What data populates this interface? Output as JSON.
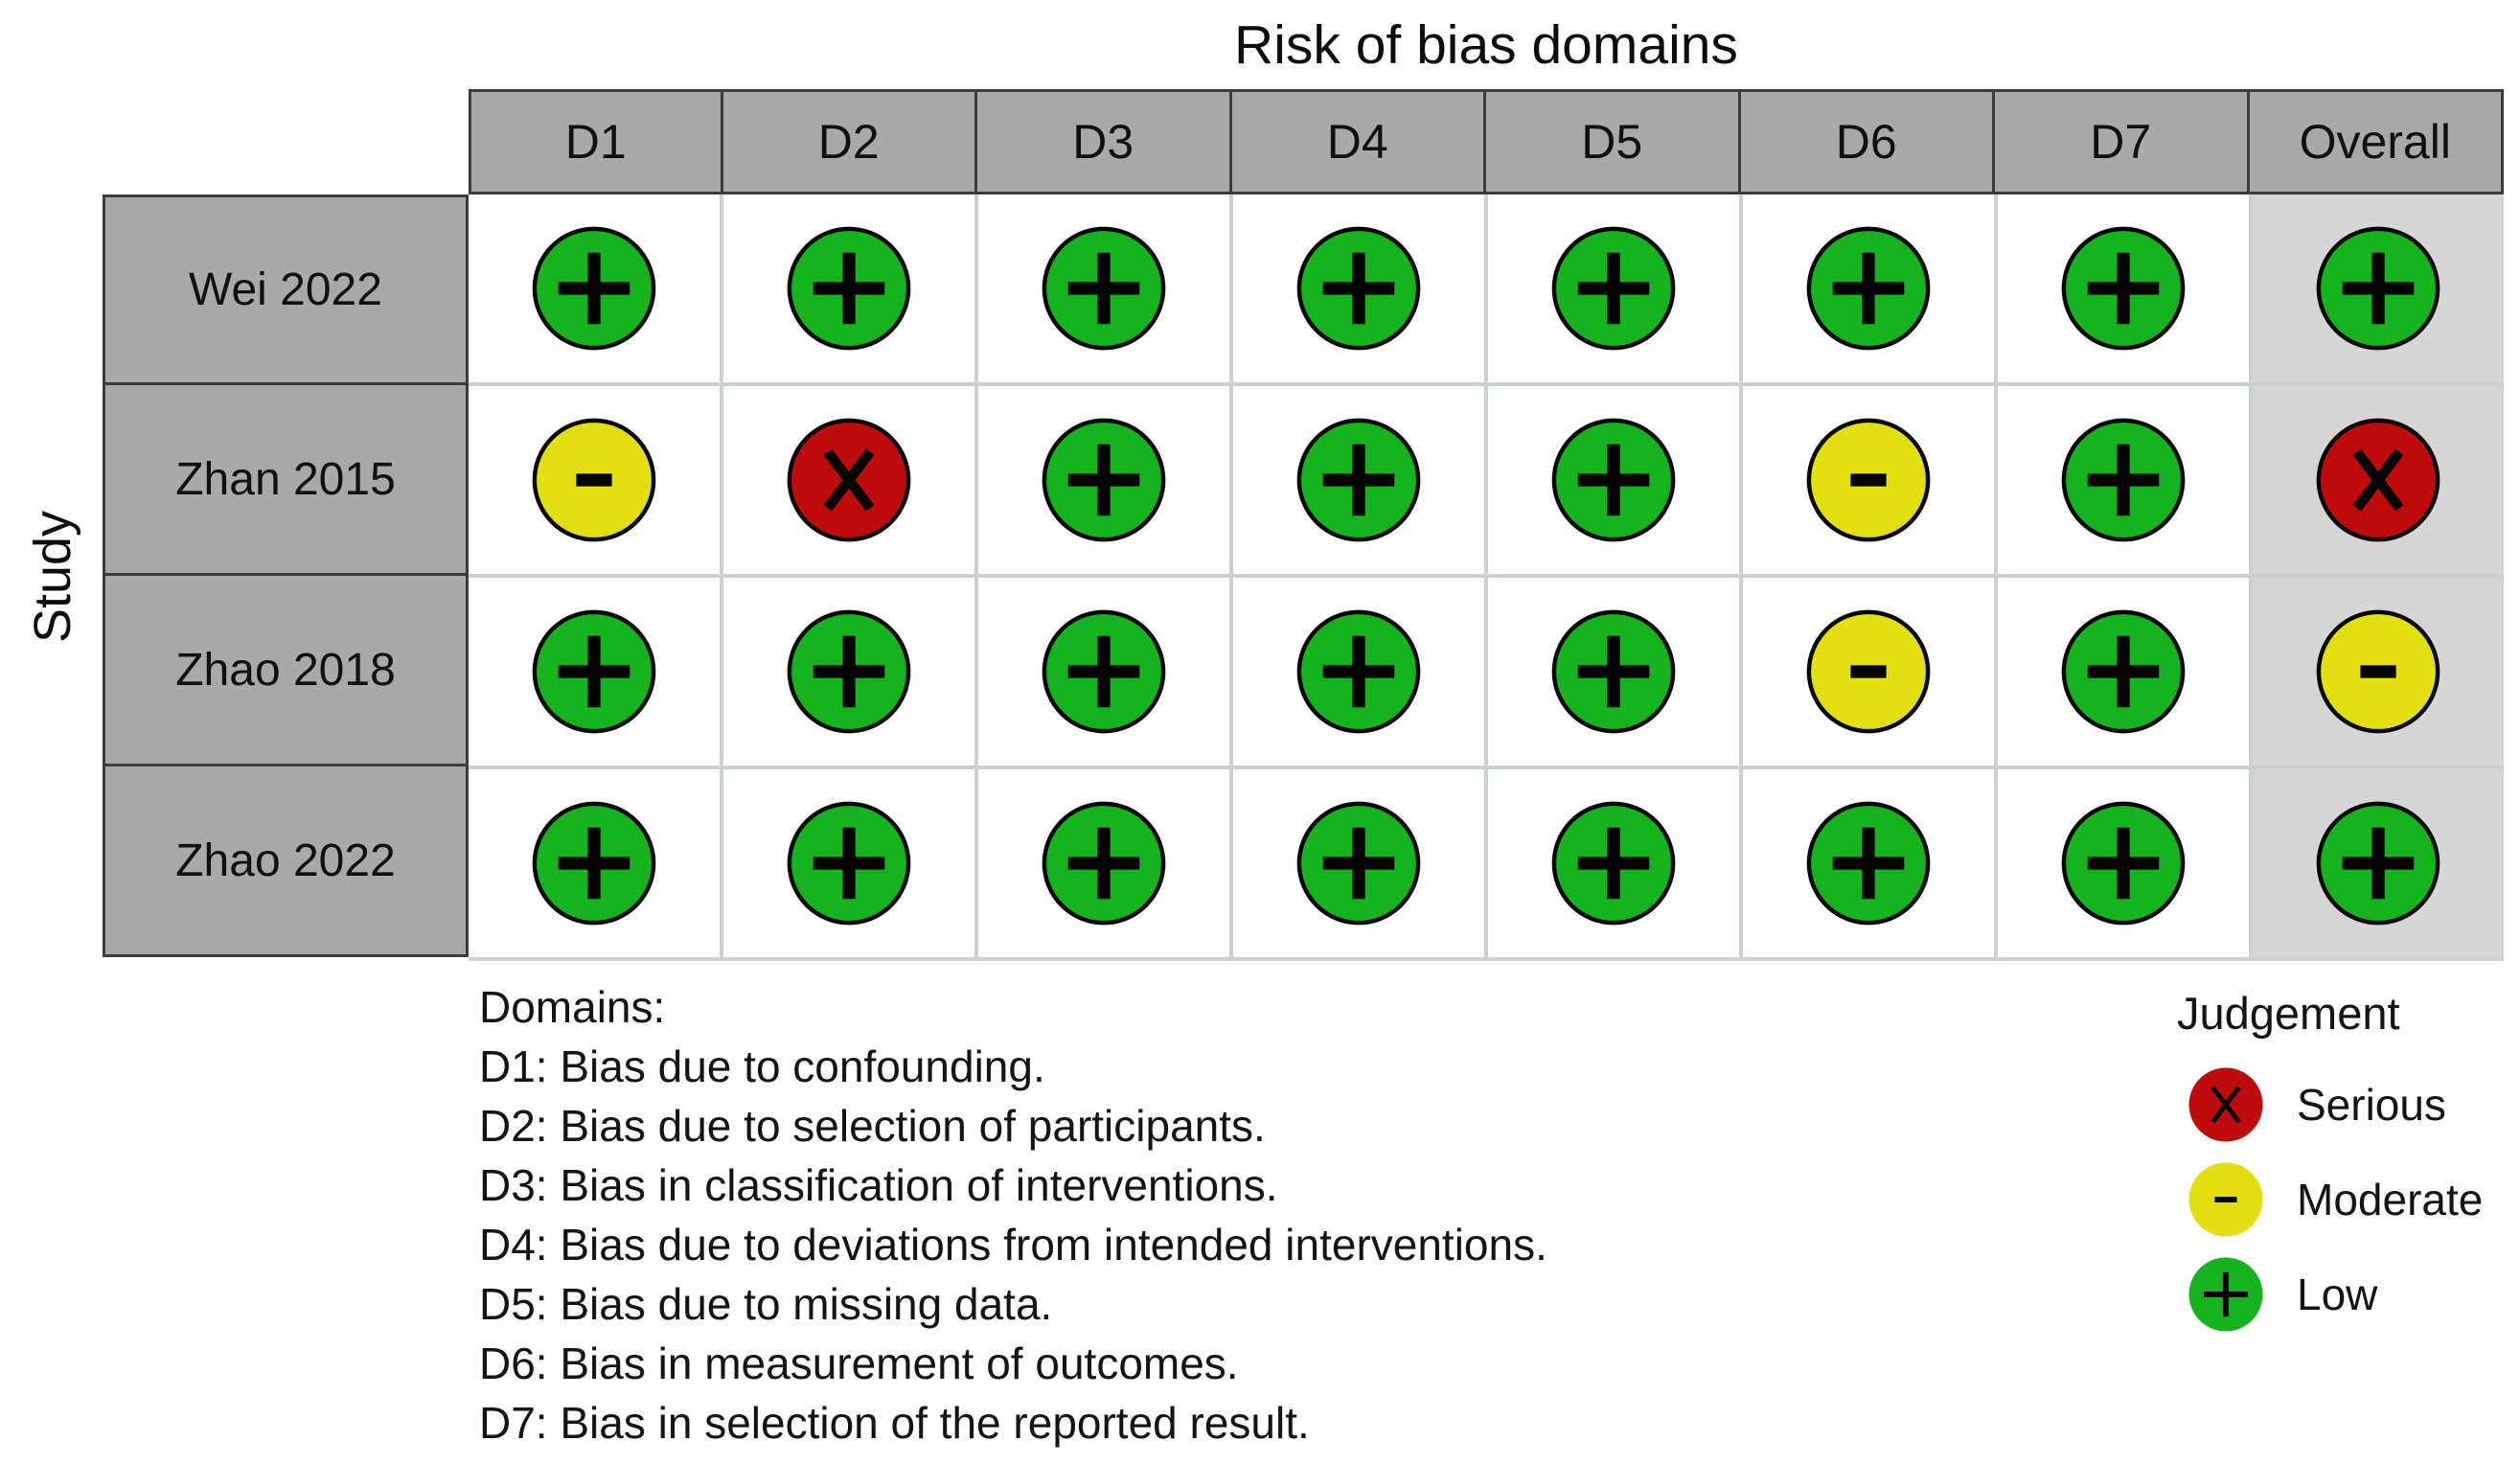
{
  "title": "Risk of bias domains",
  "y_axis_title": "Study",
  "chart_data": {
    "type": "heatmap",
    "title": "Risk of bias domains",
    "x_categories": [
      "D1",
      "D2",
      "D3",
      "D4",
      "D5",
      "D6",
      "D7",
      "Overall"
    ],
    "y_categories": [
      "Wei 2022",
      "Zhan 2015",
      "Zhao 2018",
      "Zhao 2022"
    ],
    "ylabel": "Study",
    "values": [
      [
        "low",
        "low",
        "low",
        "low",
        "low",
        "low",
        "low",
        "low"
      ],
      [
        "moderate",
        "serious",
        "low",
        "low",
        "low",
        "moderate",
        "low",
        "serious"
      ],
      [
        "low",
        "low",
        "low",
        "low",
        "low",
        "moderate",
        "low",
        "moderate"
      ],
      [
        "low",
        "low",
        "low",
        "low",
        "low",
        "low",
        "low",
        "low"
      ]
    ],
    "legend_position": "bottom-right",
    "grid": "on"
  },
  "judgements": {
    "low": {
      "label": "Low",
      "symbol": "+",
      "color": "#15b31d"
    },
    "moderate": {
      "label": "Moderate",
      "symbol": "-",
      "color": "#e3df10"
    },
    "serious": {
      "label": "Serious",
      "symbol": "x",
      "color": "#bf0b0b"
    }
  },
  "legend": {
    "title": "Judgement",
    "items": [
      {
        "judgement": "serious",
        "label": "Serious"
      },
      {
        "judgement": "moderate",
        "label": "Moderate"
      },
      {
        "judgement": "low",
        "label": "Low"
      }
    ]
  },
  "domains_note": {
    "heading": "Domains:",
    "lines": [
      "D1: Bias due to confounding.",
      "D2: Bias due to selection of participants.",
      "D3: Bias in classification of interventions.",
      "D4: Bias due to deviations from intended interventions.",
      "D5: Bias due to missing data.",
      "D6: Bias in measurement of outcomes.",
      "D7: Bias in selection of the reported result."
    ]
  },
  "colors": {
    "header_bg": "#a9a9a9",
    "row_label_bg": "#a9a9a9",
    "overall_col_bg": "#d6d6d6",
    "cell_bg": "#ffffff",
    "grid_line": "#cbd1cb",
    "dark_border": "#3c3c3c",
    "text": "#141414"
  }
}
